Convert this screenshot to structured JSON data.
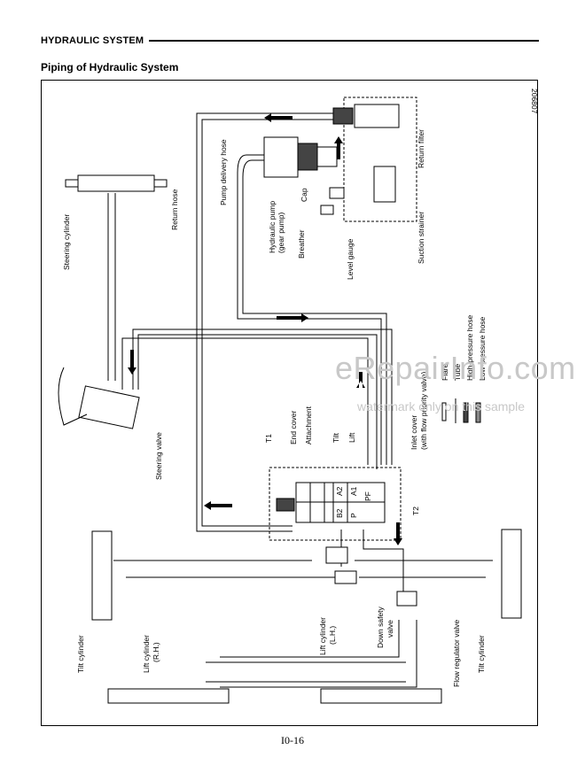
{
  "header": {
    "section_title": "HYDRAULIC  SYSTEM",
    "subtitle": "Piping of Hydraulic System"
  },
  "figure": {
    "figure_number": "206807",
    "labels": {
      "return_filter": "Return filter",
      "pump_delivery_hose": "Pump delivery hose",
      "return_hose": "Return hose",
      "hydraulic_pump_1": "Hydraulic pump",
      "hydraulic_pump_2": "(gear pump)",
      "cap": "Cap",
      "breather": "Breather",
      "level_gauge": "Level gauge",
      "suction_strainer": "Suction strainer",
      "steering_cylinder": "Steering cylinder",
      "steering_valve": "Steering valve",
      "t1": "T1",
      "end_cover": "End cover",
      "attachment": "Attachment",
      "tilt": "Tilt",
      "lift": "Lift",
      "inlet_cover_1": "Inlet cover",
      "inlet_cover_2": "(with flow priority valve)",
      "t2": "T2",
      "port_a2": "A2",
      "port_a1": "A1",
      "port_b2": "B2",
      "port_p": "P",
      "port_pf": "PF",
      "tilt_cylinder_left": "Tilt cylinder",
      "tilt_cylinder_right": "Tilt cylinder",
      "lift_cylinder_rh_1": "Lift cylinder",
      "lift_cylinder_rh_2": "(R.H.)",
      "lift_cylinder_lh_1": "Lift cylinder",
      "lift_cylinder_lh_2": "(L.H.)",
      "down_safety_valve_1": "Down safety",
      "down_safety_valve_2": "valve",
      "flow_regulator_valve": "Flow regulator valve"
    },
    "legend": [
      "Flare",
      "Tube",
      "High-pressure hose",
      "Low-pressure hose"
    ]
  },
  "watermark": {
    "line1": "eRepairInfo.com",
    "line2": "watermark only on this sample"
  },
  "footer": {
    "page_number": "I0-16"
  }
}
